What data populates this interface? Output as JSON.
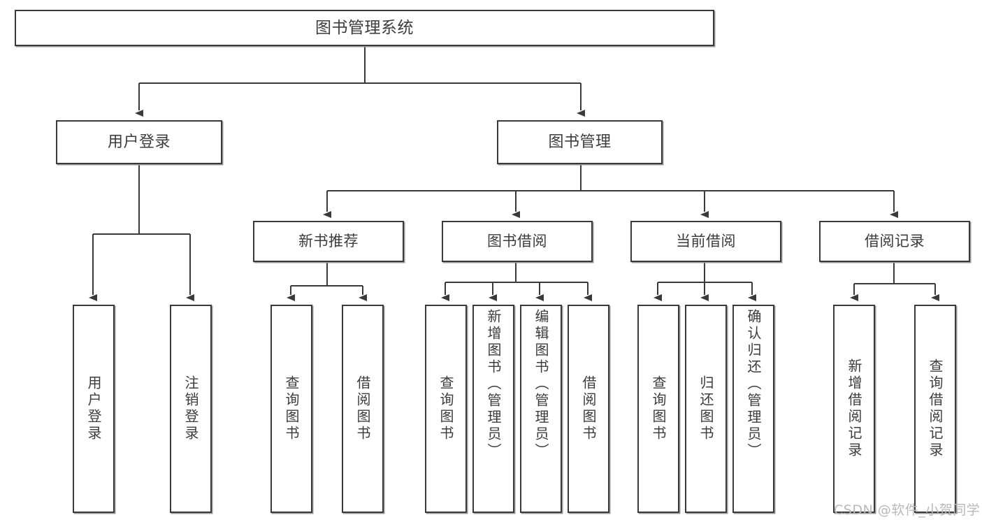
{
  "diagram": {
    "type": "tree-hierarchy-chart",
    "title": "图书管理系统",
    "line_color": "#3a3a3a",
    "box_border_color": "#3a3a3a",
    "box_fill_color": "#ffffff",
    "text_color": "#3c3c3c",
    "background_color": "#ffffff"
  },
  "root": {
    "label": "图书管理系统"
  },
  "level2": [
    {
      "label": "用户登录"
    },
    {
      "label": "图书管理"
    }
  ],
  "level3": [
    {
      "label": "新书推荐"
    },
    {
      "label": "图书借阅"
    },
    {
      "label": "当前借阅"
    },
    {
      "label": "借阅记录"
    }
  ],
  "leaves": {
    "user_login": [
      {
        "label": "用户登录"
      },
      {
        "label": "注销登录"
      }
    ],
    "new_book_recommend": [
      {
        "label": "查询图书"
      },
      {
        "label": "借阅图书"
      }
    ],
    "book_borrow": [
      {
        "label": "查询图书"
      },
      {
        "label": "新增图书（管理员）"
      },
      {
        "label": "编辑图书（管理员）"
      },
      {
        "label": "借阅图书"
      }
    ],
    "current_borrow": [
      {
        "label": "查询图书"
      },
      {
        "label": "归还图书"
      },
      {
        "label": "确认归还（管理员）"
      }
    ],
    "borrow_record": [
      {
        "label": "新增借阅记录"
      },
      {
        "label": "查询借阅记录"
      }
    ]
  },
  "watermark": {
    "text": "CSDN @软件_小贺同学",
    "color": "#b9b9b9"
  }
}
